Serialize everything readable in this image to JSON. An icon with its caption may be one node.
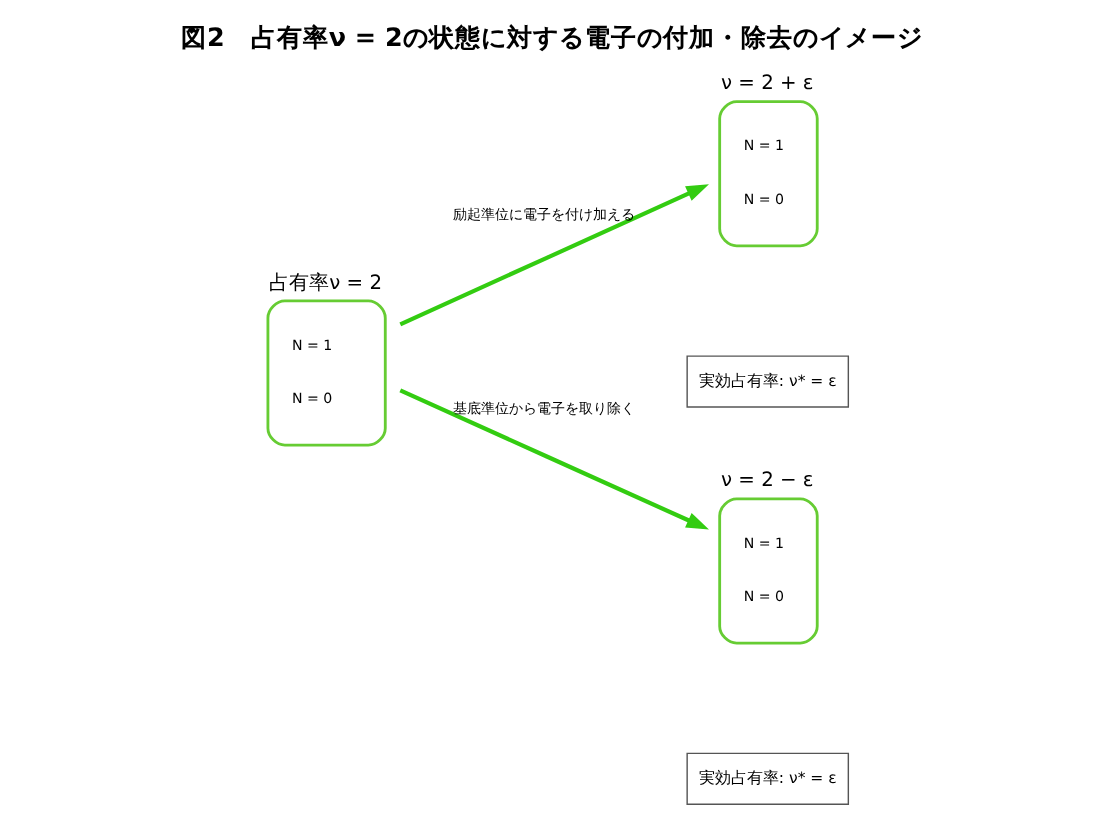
{
  "diagram": {
    "title": "図2　占有率ν = 2の状態に対する電子の付加・除去のイメージ",
    "nodes": [
      {
        "text": [
          "占有率ν = 2",
          "N = 1",
          "N = 0"
        ]
      },
      {
        "text": [
          "ν = 2 + ε",
          "N = 1",
          "N = 0"
        ]
      },
      {
        "text": [
          "実効占有率: ν* = ε"
        ]
      },
      {
        "text": [
          "ν = 2 − ε",
          "N = 1",
          "N = 0"
        ]
      },
      {
        "text": [
          "実効占有率: ν* = ε"
        ]
      }
    ],
    "edges": [
      {
        "from": 0,
        "to": 1,
        "arrow": "to",
        "label": "励起準位に電子を付け加える"
      },
      {
        "from": 0,
        "to": 3,
        "arrow": "to",
        "label": "基底準位から電子を取り除く"
      }
    ]
  }
}
